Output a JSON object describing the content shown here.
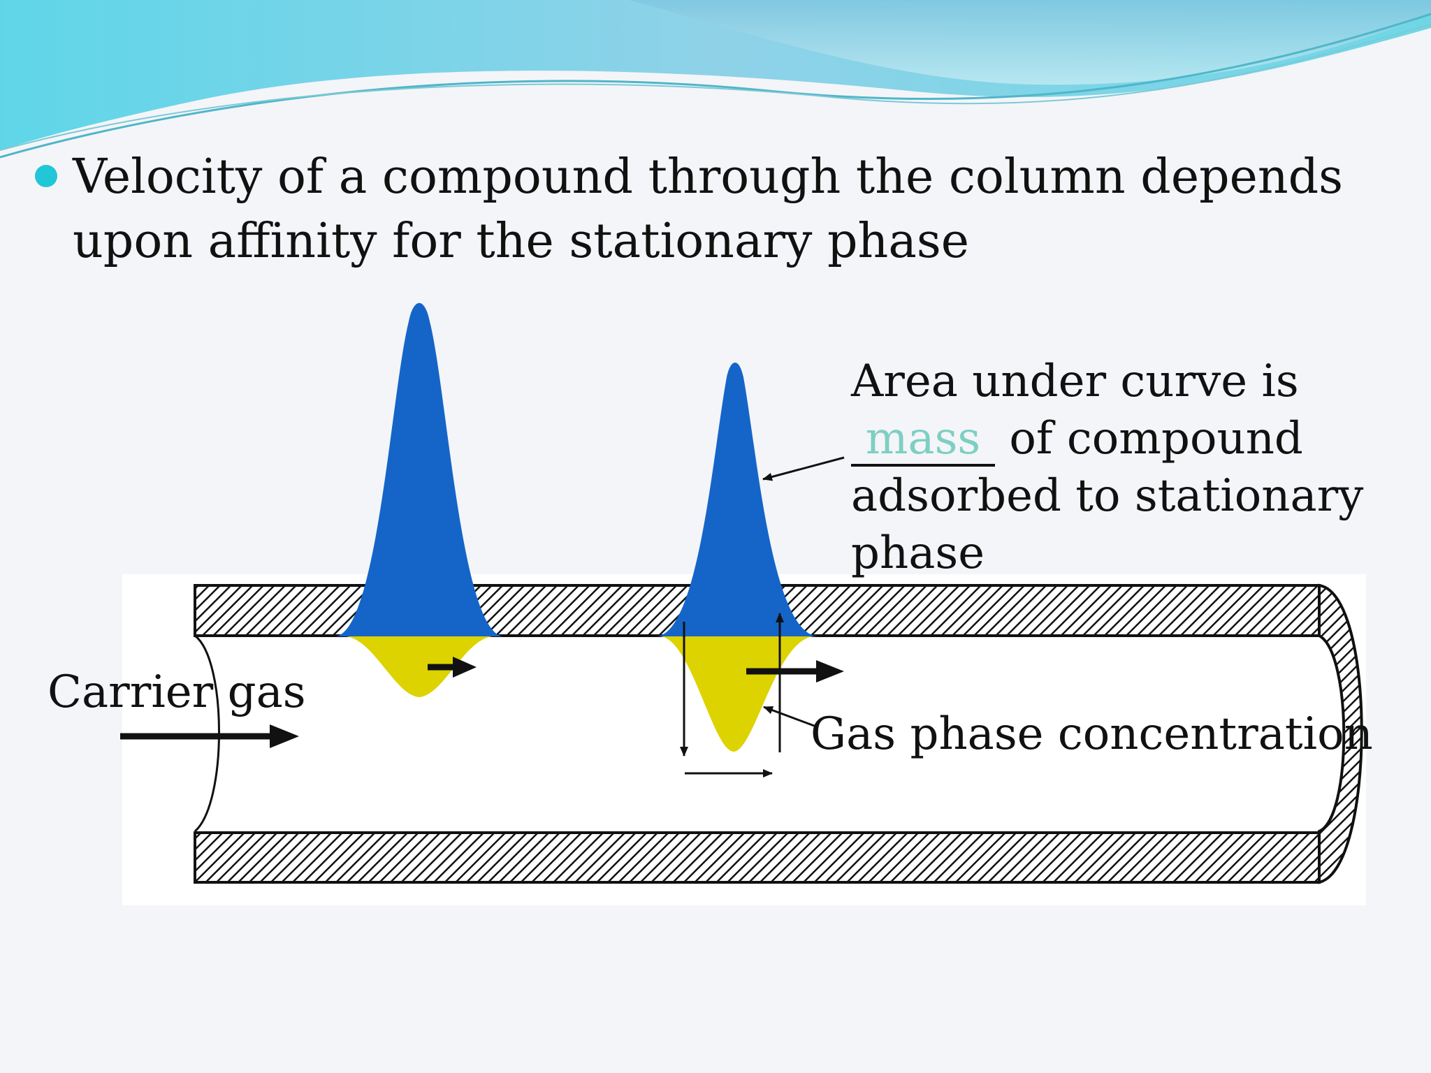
{
  "bullet_text": "Velocity of a compound through the column depends upon affinity for the stationary phase",
  "annotations": {
    "area_line1": "Area under curve is",
    "area_blank_answer": "mass",
    "area_line2_rest": " of compound",
    "area_line3": "adsorbed to stationary",
    "area_line4": "phase",
    "carrier_gas": "Carrier gas",
    "gas_phase": "Gas phase concentration"
  },
  "colors": {
    "accent": "#21c7d6",
    "stationary_peak": "#1565c9",
    "gas_peak": "#ddd300",
    "answer_text": "#7ecfc3"
  }
}
